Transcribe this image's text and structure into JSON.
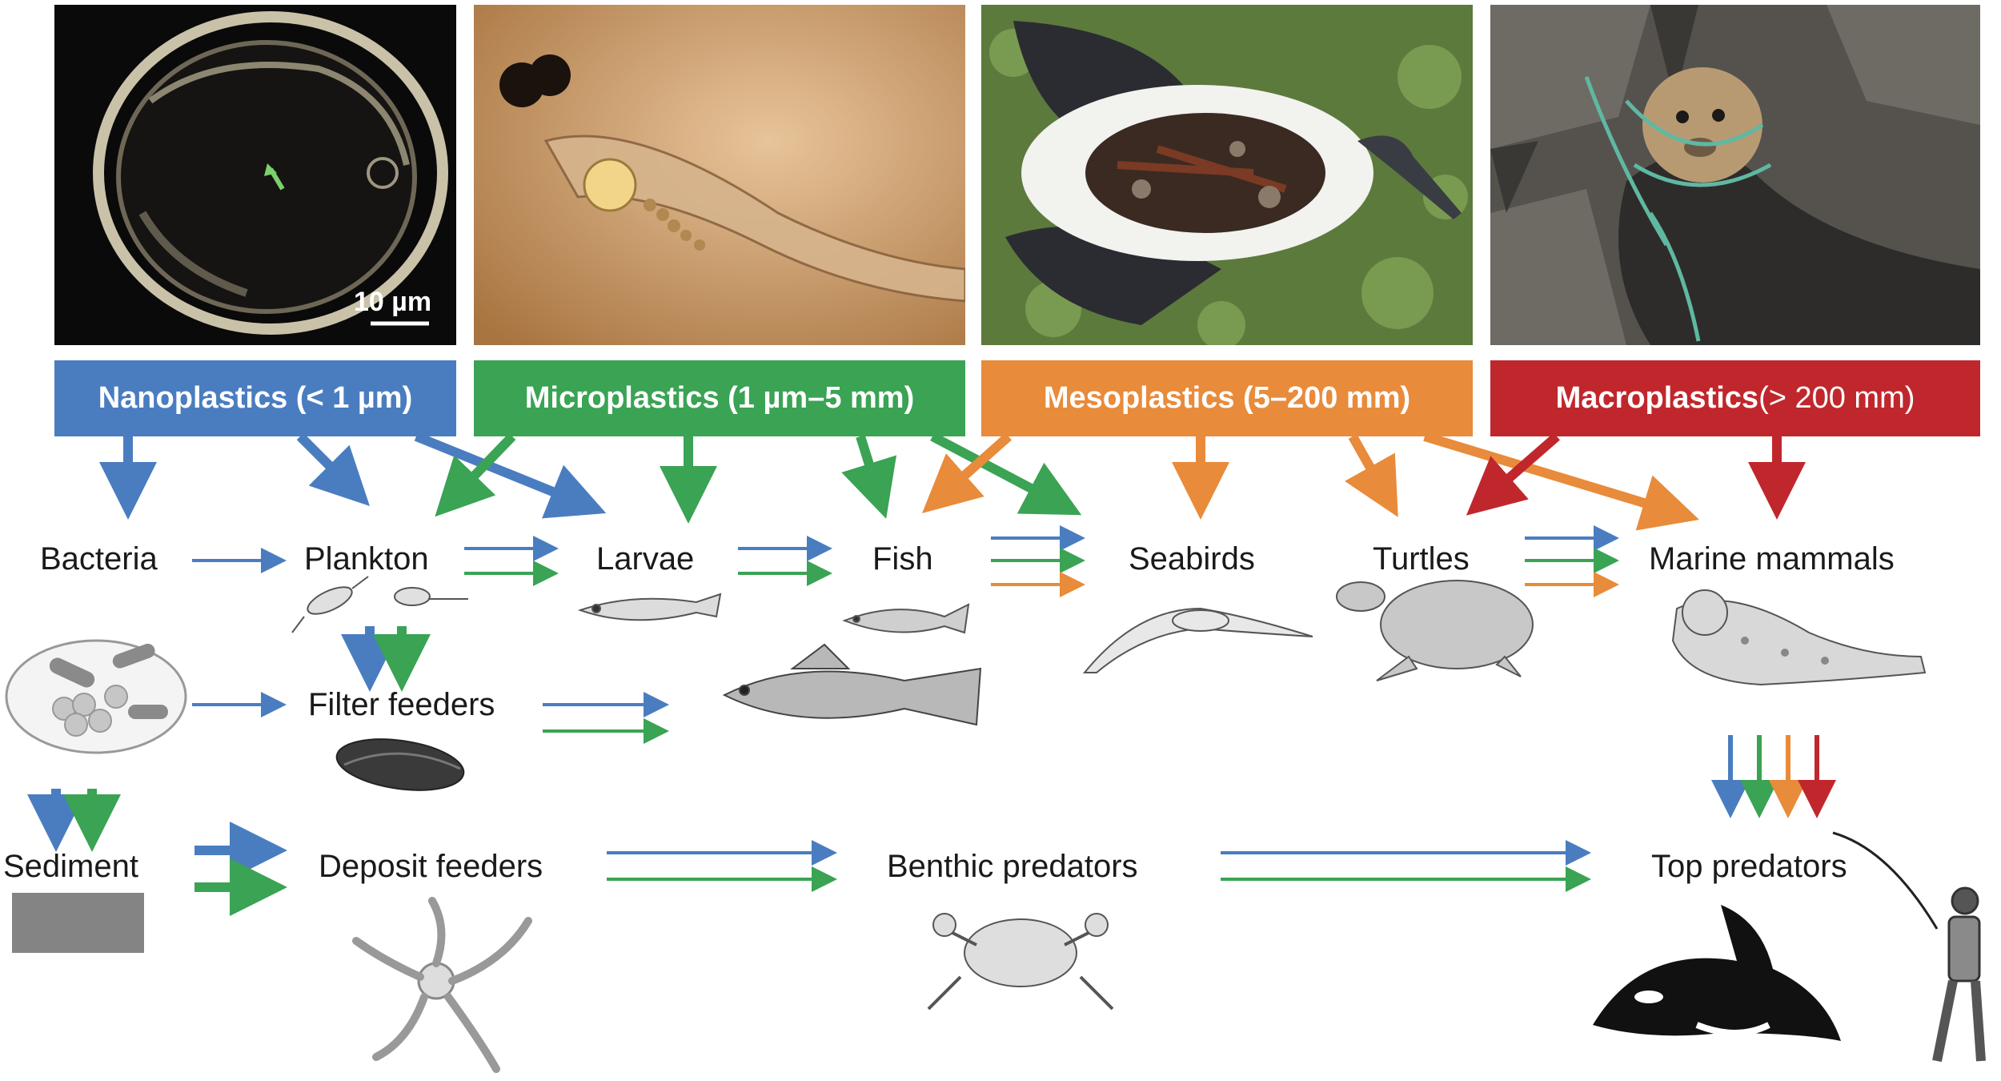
{
  "photos": {
    "scale_bar": "10 µm",
    "items": [
      {
        "subject": "nanoplastic particle inside organism (microscopy)"
      },
      {
        "subject": "fish larva"
      },
      {
        "subject": "seabird carcass filled with plastic debris"
      },
      {
        "subject": "fur seal entangled in fishing net"
      }
    ]
  },
  "categories": [
    {
      "label": "Nanoplastics (< 1 µm)",
      "color": "#4a7dc0"
    },
    {
      "label": "Microplastics (1 µm–5 mm)",
      "color": "#3aa354"
    },
    {
      "label": "Mesoplastics (5–200 mm)",
      "color": "#e88b3a"
    },
    {
      "label_bold": "Macroplastics",
      "label_rest": " (> 200 mm)",
      "color": "#c0272d"
    }
  ],
  "nodes": {
    "bacteria": "Bacteria",
    "plankton": "Plankton",
    "larvae": "Larvae",
    "fish": "Fish",
    "seabirds": "Seabirds",
    "turtles": "Turtles",
    "marine_mammals": "Marine mammals",
    "filter_feeders": "Filter feeders",
    "sediment": "Sediment",
    "deposit_feeders": "Deposit feeders",
    "benthic_predators": "Benthic predators",
    "top_predators": "Top predators"
  },
  "icons": [
    "copepod-icon",
    "bacteria-icon",
    "larva-fish-icon",
    "fish-icon",
    "cod-icon",
    "mussel-icon",
    "seabird-icon",
    "turtle-icon",
    "seal-icon",
    "sediment-icon",
    "brittle-star-icon",
    "crab-icon",
    "orca-icon",
    "fisherman-icon"
  ]
}
